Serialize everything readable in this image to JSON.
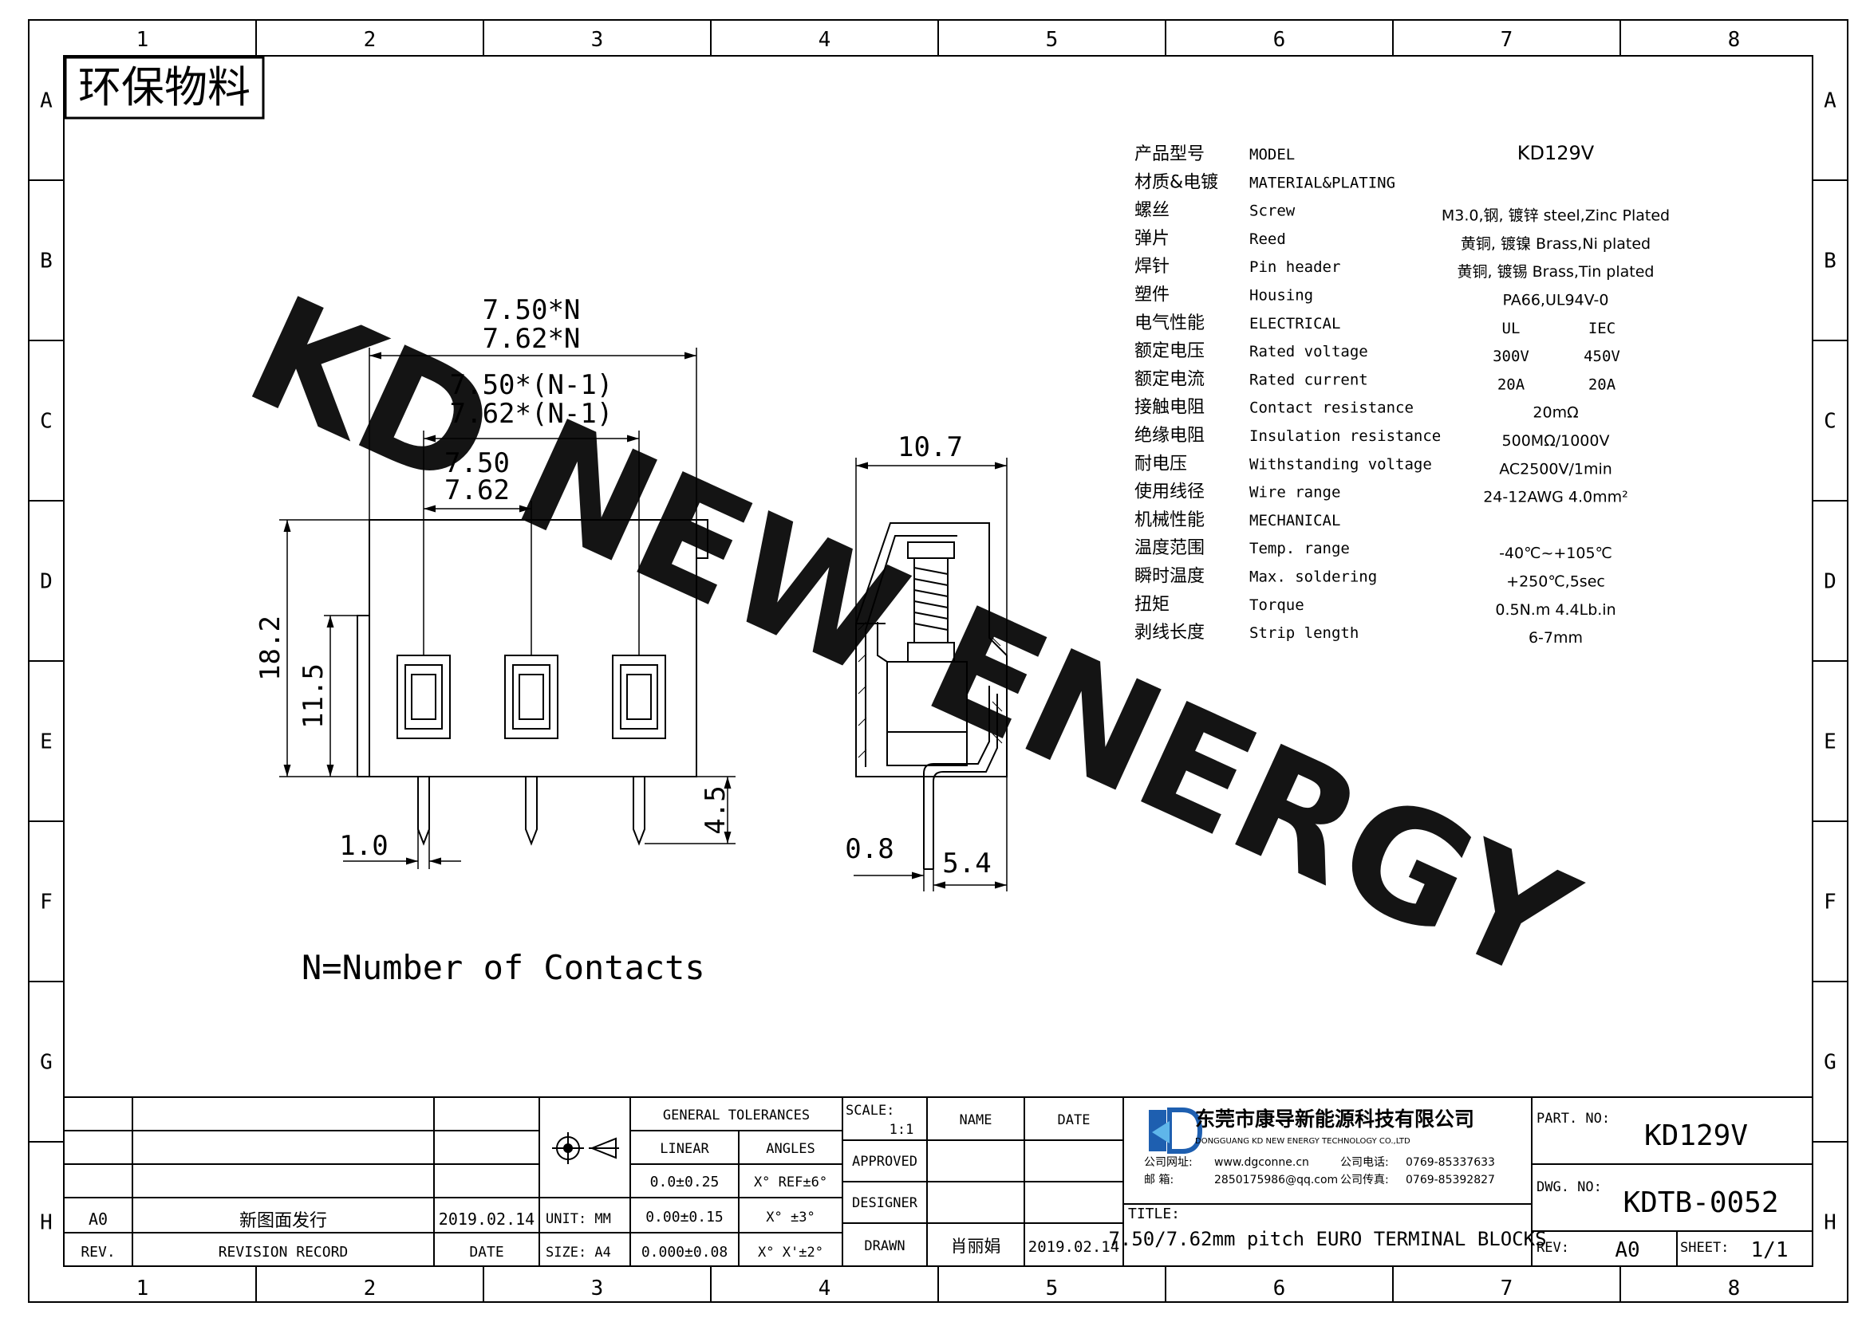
{
  "border": {
    "columns": [
      "1",
      "2",
      "3",
      "4",
      "5",
      "6",
      "7",
      "8"
    ],
    "rows": [
      "A",
      "B",
      "C",
      "D",
      "E",
      "F",
      "G",
      "H"
    ]
  },
  "stamp": "环保物料",
  "watermark": "KD NEW ENERGY",
  "front_dims": {
    "overall_a": "7.50*N",
    "overall_b": "7.62*N",
    "span_a": "7.50*(N-1)",
    "span_b": "7.62*(N-1)",
    "pitch_a": "7.50",
    "pitch_b": "7.62",
    "height_total": "18.2",
    "height_body": "11.5",
    "pin_length": "4.5",
    "pin_width": "1.0"
  },
  "side_dims": {
    "depth": "10.7",
    "pin_thickness": "0.8",
    "pin_offset": "5.4"
  },
  "legend_note": "N=Number of Contacts",
  "specs": [
    {
      "cn": "产品型号",
      "en": "MODEL",
      "value": "KD129V"
    },
    {
      "cn": "材质&电镀",
      "en": "MATERIAL&PLATING",
      "value": ""
    },
    {
      "cn": "螺丝",
      "en": "Screw",
      "value": "M3.0,钢, 镀锌 steel,Zinc Plated"
    },
    {
      "cn": "弹片",
      "en": "Reed",
      "value": "黄铜, 镀镍 Brass,Ni plated"
    },
    {
      "cn": "焊针",
      "en": "Pin header",
      "value": "黄铜, 镀锡 Brass,Tin plated"
    },
    {
      "cn": "塑件",
      "en": "Housing",
      "value": "PA66,UL94V-0"
    },
    {
      "cn": "电气性能",
      "en": "ELECTRICAL",
      "ul": "UL",
      "iec": "IEC"
    },
    {
      "cn": "额定电压",
      "en": "Rated voltage",
      "ul": "300V",
      "iec": "450V"
    },
    {
      "cn": "额定电流",
      "en": "Rated current",
      "ul": "20A",
      "iec": "20A"
    },
    {
      "cn": "接触电阻",
      "en": "Contact resistance",
      "value": "20mΩ"
    },
    {
      "cn": "绝缘电阻",
      "en": "Insulation resistance",
      "value": "500MΩ/1000V"
    },
    {
      "cn": "耐电压",
      "en": "Withstanding voltage",
      "value": "AC2500V/1min"
    },
    {
      "cn": "使用线径",
      "en": "Wire range",
      "value": "24-12AWG 4.0mm²"
    },
    {
      "cn": "机械性能",
      "en": "MECHANICAL",
      "value": ""
    },
    {
      "cn": "温度范围",
      "en": "Temp. range",
      "value": "-40℃~+105℃"
    },
    {
      "cn": "瞬时温度",
      "en": "Max. soldering",
      "value": "+250℃,5sec"
    },
    {
      "cn": "扭矩",
      "en": "Torque",
      "value": "0.5N.m  4.4Lb.in"
    },
    {
      "cn": "剥线长度",
      "en": "Strip length",
      "value": "6-7mm"
    }
  ],
  "title_block": {
    "rev_row": {
      "rev": "A0",
      "record": "新图面发行",
      "date": "2019.02.14"
    },
    "rev_headers": {
      "rev": "REV.",
      "record": "REVISION RECORD",
      "date": "DATE"
    },
    "unit": "UNIT: MM",
    "size": "SIZE: A4",
    "tol_title": "GENERAL TOLERANCES",
    "tol_linear": "LINEAR",
    "tol_angles": "ANGLES",
    "tol_rows": [
      {
        "linear": "0.0±0.25",
        "angle": "X° REF±6°"
      },
      {
        "linear": "0.00±0.15",
        "angle": "X° ±3°"
      },
      {
        "linear": "0.000±0.08",
        "angle": "X° X'±2°"
      }
    ],
    "scale_label": "SCALE:",
    "scale_value": "1:1",
    "name_label": "NAME",
    "date_label": "DATE",
    "approved": "APPROVED",
    "designer": "DESIGNER",
    "drawn": "DRAWN",
    "drawn_name": "肖丽娟",
    "drawn_date": "2019.02.14",
    "company_cn": "东莞市康导新能源科技有限公司",
    "company_en": "DONGGUANG KD NEW ENERGY TECHNOLOGY CO.,LTD",
    "web_label": "公司网址:",
    "web": "www.dgconne.cn",
    "tel_label": "公司电话:",
    "tel": "0769-85337633",
    "mail_label": "邮    箱:",
    "mail": "2850175986@qq.com",
    "fax_label": "公司传真:",
    "fax": "0769-85392827",
    "title_label": "TITLE:",
    "title": "7.50/7.62mm pitch EURO TERMINAL BLOCKS",
    "part_label": "PART. NO:",
    "part_no": "KD129V",
    "dwg_label": "DWG. NO:",
    "dwg_no": "KDTB-0052",
    "rev_label": "REV:",
    "rev_value": "A0",
    "sheet_label": "SHEET:",
    "sheet_value": "1/1"
  },
  "colors": {
    "watermark": "#4ff3f3",
    "logo": "#1e5fb0"
  }
}
